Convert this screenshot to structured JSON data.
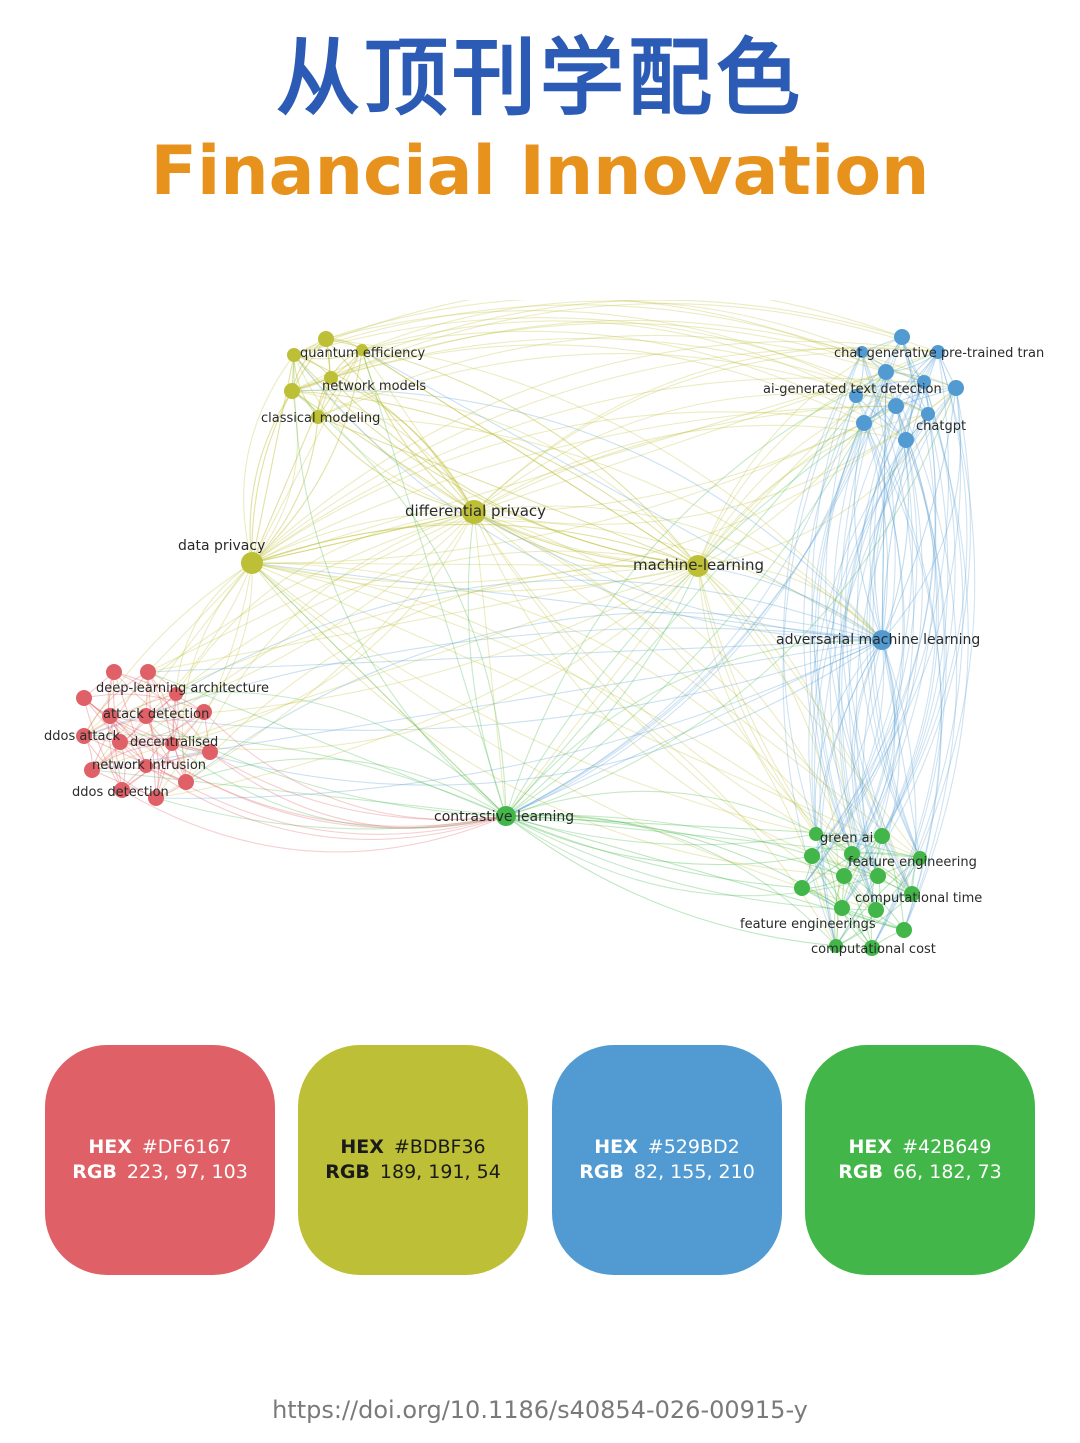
{
  "header": {
    "title_cn": "从顶刊学配色",
    "title_en": "Financial Innovation",
    "title_cn_color": "#2B5BB5",
    "title_en_color": "#E8921E"
  },
  "network": {
    "clusters": {
      "red": "#DF6167",
      "yellow": "#BDBF36",
      "blue": "#529BD2",
      "green": "#42B649"
    },
    "labels": {
      "quantum_efficiency": "quantum efficiency",
      "network_models": "network models",
      "classical_modeling": "classical modeling",
      "differential_privacy": "differential privacy",
      "data_privacy": "data privacy",
      "machine_learning": "machine-learning",
      "chat_generative": "chat generative pre-trained tran",
      "ai_generated": "ai-generated text detection",
      "chatgpt": "chatgpt",
      "adversarial": "adversarial machine learning",
      "deep_learning_arch": "deep-learning architecture",
      "attack_detection": "attack detection",
      "ddos_attack": "ddos attack",
      "decentralised": "decentralised",
      "network_intrusion": "network intrusion",
      "ddos_detection": "ddos detection",
      "contrastive_learning": "contrastive learning",
      "green_ai": "green ai",
      "feature_engineering": "feature engineering",
      "computational_time": "computational time",
      "feature_engineerings": "feature engineerings",
      "computational_cost": "computational cost"
    }
  },
  "palette": [
    {
      "hex_label": "HEX",
      "hex": "#DF6167",
      "rgb_label": "RGB",
      "rgb": "223, 97, 103",
      "text_color": "#ffffff"
    },
    {
      "hex_label": "HEX",
      "hex": "#BDBF36",
      "rgb_label": "RGB",
      "rgb": "189, 191, 54",
      "text_color": "#1a1a1a"
    },
    {
      "hex_label": "HEX",
      "hex": "#529BD2",
      "rgb_label": "RGB",
      "rgb": "82, 155, 210",
      "text_color": "#ffffff"
    },
    {
      "hex_label": "HEX",
      "hex": "#42B649",
      "rgb_label": "RGB",
      "rgb": "66, 182, 73",
      "text_color": "#ffffff"
    }
  ],
  "footer": {
    "doi": "https://doi.org/10.1186/s40854-026-00915-y"
  }
}
